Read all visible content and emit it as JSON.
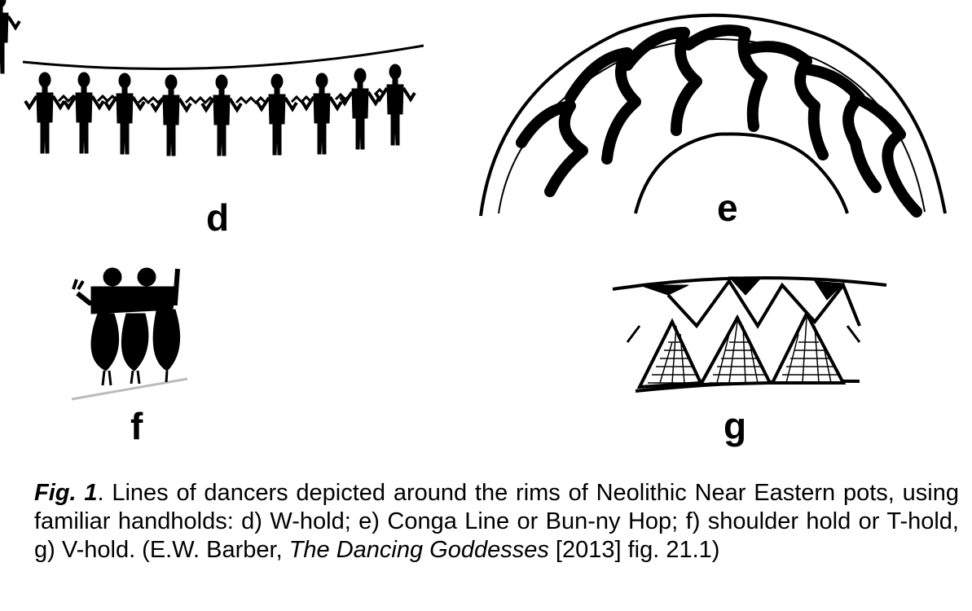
{
  "panels": {
    "d": "d",
    "e": "e",
    "f": "f",
    "g": "g"
  },
  "caption": {
    "fig_number": "Fig. 1",
    "part1": ". Lines of dancers depicted around the rims of Neolithic Near Eastern pots, using familiar handholds: d) W-hold; e) Conga Line or Bun-ny Hop; f) shoulder hold or T-hold, g) V-hold.  (E.W. Barber, ",
    "book_title": "The Dancing Goddesses",
    "part2": " [2013] fig. 21.1)"
  }
}
